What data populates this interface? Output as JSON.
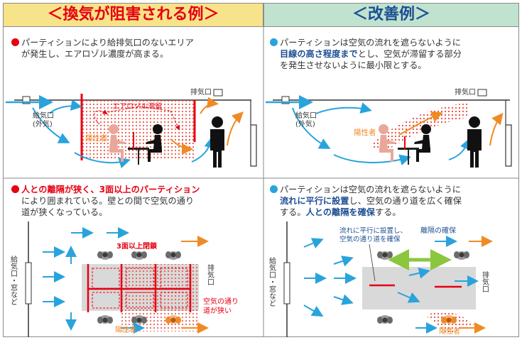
{
  "headers": {
    "bad": "＜換気が阻害される例＞",
    "good": "＜改善例＞"
  },
  "captions": {
    "q1": {
      "text_a": "パーティションにより給排気口のないエリア",
      "text_b": "が発生し、エアロゾル濃度が高まる。"
    },
    "q2": {
      "text_a": "パーティションは空気の流れを遮らないように",
      "hl": "目線の高さ程度まで",
      "text_b": "とし、空気が滞留する部分",
      "text_c": "を発生させないように最小限とする。"
    },
    "q3": {
      "hl": "人との離隔が狭く、3面以上のパーティション",
      "text_b": "により囲まれている。壁との間で空気の通り",
      "text_c": "道が狭くなっている。"
    },
    "q4": {
      "text_a": "パーティションは空気の流れを遮らないように",
      "hl1": "流れに平行に設置",
      "text_b": "し、空気の通り道を広く確保",
      "text_c": "する。",
      "hl2": "人との離隔を確保",
      "text_d": "する。"
    }
  },
  "labels": {
    "exhaust": "排気口",
    "supply_1": "給気口",
    "supply_2": "(外気)",
    "aerosol": "エアロゾル滞留",
    "positive": "陽性者",
    "three_sides": "3面以上閉鎖",
    "narrow_1": "空気の通り",
    "narrow_2": "道が狭い",
    "parallel_1": "流れに平行に設置し、",
    "parallel_2": "空気の通り道を確保",
    "separation": "離隔の確保",
    "supply_window": "給気口・窓など",
    "exhaust_v": "排気口"
  },
  "colors": {
    "red": "#e60012",
    "blue": "#1e4f92",
    "arrow_blue": "#29a3dc",
    "orange": "#f08a24",
    "green": "#8cc63f",
    "person_pink": "#e9a79a"
  }
}
